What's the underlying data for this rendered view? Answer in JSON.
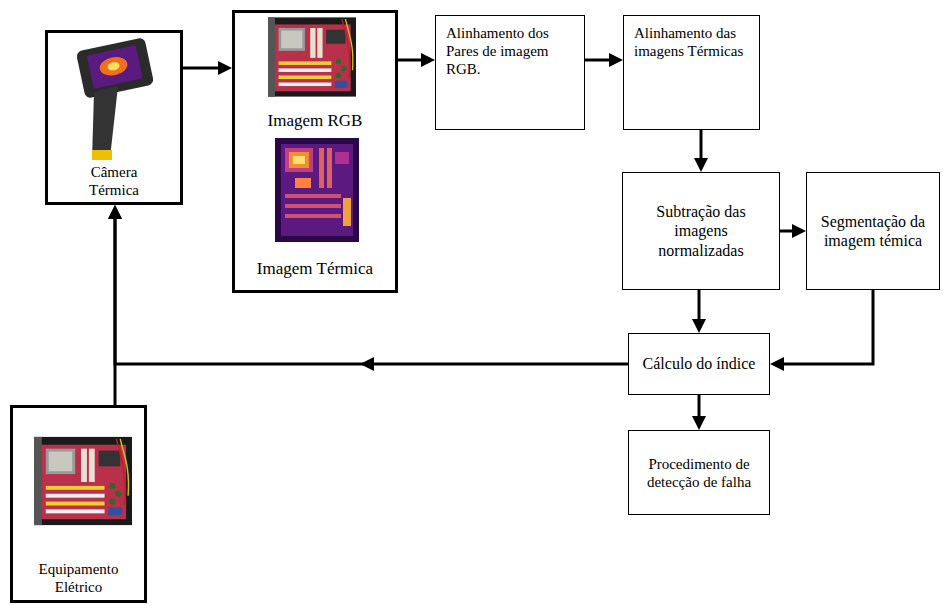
{
  "diagram": {
    "nodes": [
      {
        "text": [
          "Câmera Térmica"
        ]
      },
      {
        "text": [
          "Imagem RGB",
          "Imagem Térmica"
        ]
      },
      {
        "text": [
          "Alinhamento dos Pares de imagem RGB."
        ]
      },
      {
        "text": [
          "Alinhamento das imagens Térmicas"
        ]
      },
      {
        "text": [
          "Subtração das imagens normalizadas"
        ]
      },
      {
        "text": [
          "Segmentação da imagem témica"
        ]
      },
      {
        "text": [
          "Cálculo do índice"
        ]
      },
      {
        "text": [
          "Procedimento de detecção de falha"
        ]
      },
      {
        "text": [
          "Equipamento Elétrico"
        ]
      }
    ],
    "edges": [
      {
        "from": 0,
        "to": 1,
        "arrow": "to"
      },
      {
        "from": 1,
        "to": 2,
        "arrow": "to"
      },
      {
        "from": 2,
        "to": 3,
        "arrow": "to"
      },
      {
        "from": 3,
        "to": 4,
        "arrow": "to"
      },
      {
        "from": 4,
        "to": 5,
        "arrow": "to"
      },
      {
        "from": 4,
        "to": 6,
        "arrow": "to"
      },
      {
        "from": 5,
        "to": 6,
        "arrow": "to"
      },
      {
        "from": 6,
        "to": 0,
        "arrow": "to"
      },
      {
        "from": 8,
        "to": 0,
        "arrow": "to"
      },
      {
        "from": 6,
        "to": 7,
        "arrow": "to"
      }
    ]
  }
}
